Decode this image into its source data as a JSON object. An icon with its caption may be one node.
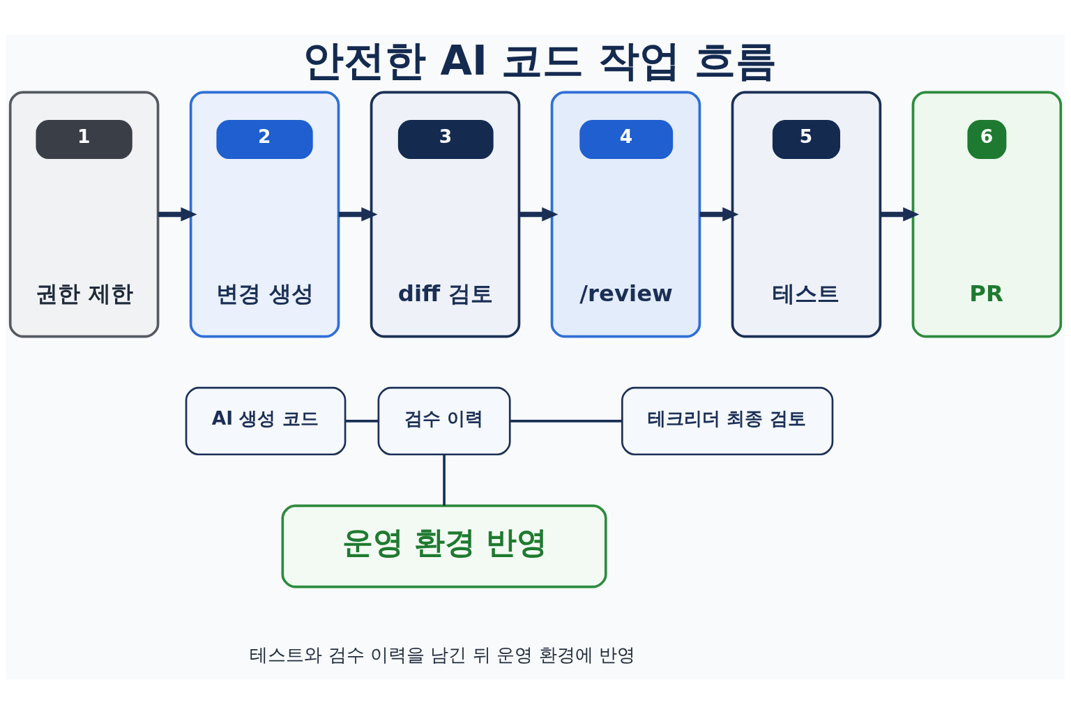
{
  "diagram": {
    "title": "안전한 AI 코드 작업 흐름",
    "caption": "테스트와 검수 이력을 남긴 뒤 운영 환경에 반영",
    "nodes": [
      {
        "text": [
          "1",
          "권한 제한"
        ]
      },
      {
        "text": [
          "2",
          "변경 생성"
        ]
      },
      {
        "text": [
          "3",
          "diff 검토"
        ]
      },
      {
        "text": [
          "4",
          "/review"
        ]
      },
      {
        "text": [
          "5",
          "테스트"
        ]
      },
      {
        "text": [
          "6",
          "PR"
        ]
      },
      {
        "text": [
          "AI 생성 코드"
        ]
      },
      {
        "text": [
          "검수 이력"
        ]
      },
      {
        "text": [
          "테크리더 최종 검토"
        ]
      },
      {
        "text": [
          "운영 환경 반영"
        ]
      }
    ],
    "edges": [
      {
        "from": 0,
        "to": 1,
        "arrow": "to"
      },
      {
        "from": 1,
        "to": 2,
        "arrow": "to"
      },
      {
        "from": 2,
        "to": 3,
        "arrow": "to"
      },
      {
        "from": 3,
        "to": 4,
        "arrow": "to"
      },
      {
        "from": 4,
        "to": 5,
        "arrow": "to"
      },
      {
        "from": 6,
        "to": 7,
        "arrow": "none"
      },
      {
        "from": 7,
        "to": 8,
        "arrow": "none"
      },
      {
        "from": 7,
        "to": 9,
        "arrow": "none"
      }
    ]
  }
}
